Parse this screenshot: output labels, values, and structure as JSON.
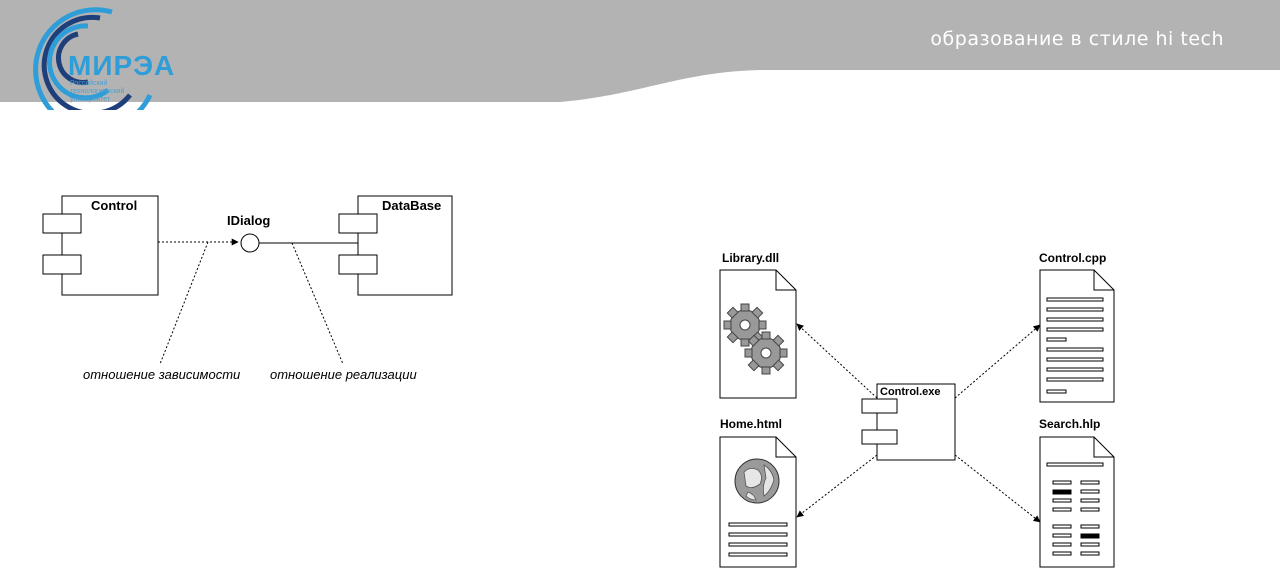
{
  "header": {
    "tagline": "образование в стиле hi tech",
    "logo_word": "МИРЭА",
    "logo_sub": [
      "Российский",
      "технологический",
      "университет"
    ],
    "colors": {
      "banner": "#b3b3b3",
      "logo_blue": "#2f9ed8",
      "logo_dark": "#1f3f7a"
    }
  },
  "left_diagram": {
    "component_control": "Control",
    "interface_name": "IDialog",
    "component_database": "DataBase",
    "note_dependency": "отношение зависимости",
    "note_realization": "отношение реализации"
  },
  "right_diagram": {
    "center_component": "Control.exe",
    "files": {
      "library": "Library.dll",
      "control_cpp": "Control.cpp",
      "home_html": "Home.html",
      "search_hlp": "Search.hlp"
    },
    "icons": [
      "gear-icon",
      "globe-icon",
      "text-document-icon",
      "help-document-icon"
    ]
  }
}
